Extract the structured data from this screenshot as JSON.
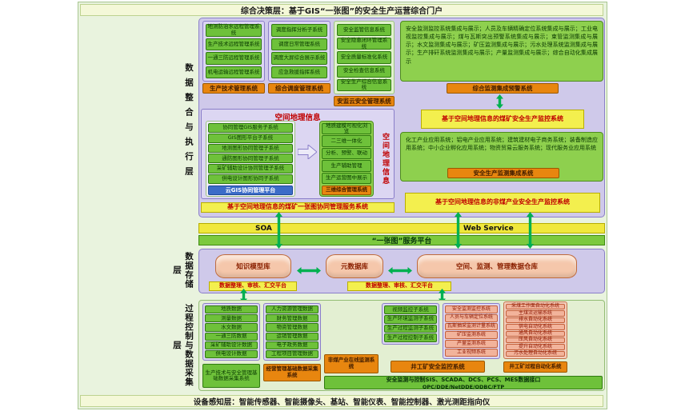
{
  "banners": {
    "top": "综合决策层：基于GIS“一张图”的安全生产运营综合门户",
    "bottom": "设备感知层：智能传感器、智能摄像头、基站、智能仪表、智能控制器、激光测距指向仪"
  },
  "layer_labels": {
    "integration": "数据整合与执行层",
    "storage": "数据存储层",
    "process": "过程控制与数据采集层"
  },
  "top_layer": {
    "col1": {
      "items": [
        "地测防治水远程管理系统",
        "生产技术远程管理系统",
        "一通三防远程管理系统",
        "机电运输远程管理系统"
      ],
      "footer": "生产技术管理系统"
    },
    "col2": {
      "items": [
        "调度指挥分析子系统",
        "调度日常管理系统",
        "调度大屏综合展示系统",
        "应急救援指挥系统"
      ],
      "footer": "综合调度管理系统"
    },
    "col3": {
      "items": [
        "安全监管信息系统",
        "安全隐患闭环管理系统",
        "安全质量标准化系统",
        "安全检查信息系统",
        "安全生产综合信息系统"
      ],
      "footer": "安监云安全管理系统"
    },
    "gis": {
      "title": "空间地理信息",
      "left_items": [
        "协同管理GIS服务子系统",
        "GIS图形平台子系统",
        "地测图形协同管理子系统",
        "通防图形协同管理子系统",
        "采矿辅助设计协同管理子系统",
        "供电设计图形协同子系统"
      ],
      "left_footer": "云GIS协同管理平台",
      "right_items": [
        "地质建模可视化浏览",
        "二三维一体化",
        "分析、预警、联动",
        "生产辅助管理",
        "生产运营图中展示"
      ],
      "right_footer": "三维综合管理系统",
      "side_label": "空间地理信息",
      "bottom_bar": "基于空间地理信息的煤矿一张图协同管理服务系统"
    },
    "monitor": {
      "text": "安全监测监控系统集成与展示；人员及车辆精确定位系统集成与展示；工业电视监控集成与展示；煤与瓦斯突出预警系统集成与展示；束管监测集成与展示；水文监测集成与展示；矿压监测集成与展示；污水处理系统监测集成与展示；生产排矸系统监测集成与展示；产量监测集成与展示；综合自动化集成展示",
      "footer": "综合监测集成预警系统",
      "bottom_bar": "基于空间地理信息的煤矿安全生产监控系统"
    },
    "industry": {
      "text": "化工产业应用系统；铝电产业应用系统；建筑建材电子商务系统；装备制造应用系统；中小企业孵化应用系统；物资贸易云服务系统；现代服务业应用系统",
      "footer": "安全生产监测集成系统",
      "bottom_bar": "基于空间地理信息的非煤产业安全生产监控系统"
    }
  },
  "service": {
    "soa": "SOA",
    "web": "Web Service",
    "platform": "“一张图”服务平台"
  },
  "storage": {
    "cylinders": [
      "知识模型库",
      "元数据库",
      "空间、监测、管理数据仓库"
    ],
    "bars": [
      "数据整理、审核、汇交平台",
      "数据整理、审核、汇交平台"
    ]
  },
  "process": {
    "colA": {
      "items": [
        "地质数据",
        "测量数据",
        "水文数据",
        "一通三防数据",
        "采矿辅助设计数据",
        "供电设计数据"
      ],
      "footer": "生产技术与安全管理基础数据采集系统"
    },
    "colB": {
      "items": [
        "人力资源管理数据",
        "财务管理数据",
        "物资管理数据",
        "运销管理数据",
        "电子政务数据",
        "工程项目管理数据"
      ],
      "footer": "经营管理基础数据采集系统"
    },
    "colC": {
      "box": "非煤产业在线监测系统"
    },
    "colD": {
      "items": [
        "视频监控子系统",
        "生产环境监测子系统",
        "生产过程监测子系统",
        "生产过程控制子系统"
      ]
    },
    "de_footer": "井工矿安全监控系统",
    "colE": {
      "items": [
        "安全监测监控系统",
        "人员与车辆定位系统",
        "瓦斯抽采监测计量系统",
        "矿压监测系统",
        "产量监测系统",
        "工业视频系统"
      ]
    },
    "colF": {
      "items": [
        "采煤工作面自动化系统",
        "主煤流运输系统",
        "排水自动化系统",
        "供电自动化系统",
        "通风自动化系统",
        "压风自动化系统",
        "提升自动化系统",
        "污水处理自动化系统"
      ],
      "footer": "井工矿过程自动化系统"
    },
    "interface": {
      "line1": "安全监测与控制SIS、SCADA、DCS、PCS、MES数据接口",
      "line2": "OPC/DDE/NetDDE/ODBC/FTP"
    }
  }
}
